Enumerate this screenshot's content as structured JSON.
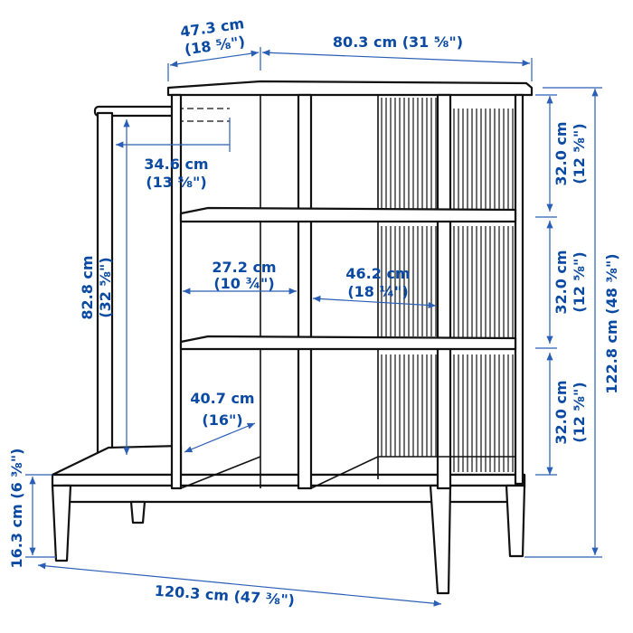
{
  "dimensions": {
    "top_depth": {
      "cm": "47.3 cm",
      "in": "(18 ⅝\")"
    },
    "top_width": {
      "label": "80.3 cm (31 ⅝\")"
    },
    "rail_depth": {
      "cm": "34.6 cm",
      "in": "(13 ⅝\")"
    },
    "rail_height": {
      "cm": "82.8 cm",
      "in": "(32 ⅝\")"
    },
    "shelf_inner_depth": {
      "cm": "27.2 cm",
      "in": "(10 ¾\")"
    },
    "shelf_inner_width": {
      "cm": "46.2 cm",
      "in": "(18 ¼\")"
    },
    "bench_depth": {
      "cm": "40.7 cm",
      "in": "(16\")"
    },
    "compartment_top": {
      "cm": "32.0 cm",
      "in": "(12 ⅝\")"
    },
    "compartment_middle": {
      "cm": "32.0 cm",
      "in": "(12 ⅝\")"
    },
    "compartment_bottom": {
      "cm": "32.0 cm",
      "in": "(12 ⅝\")"
    },
    "total_height": {
      "label": "122.8 cm (48 ⅜\")"
    },
    "bench_height": {
      "label": "16.3 cm (6 ⅜\")"
    },
    "total_width": {
      "label": "120.3 cm (47 ⅜\")"
    }
  },
  "colors": {
    "dimension": "#0b4aa2",
    "line": "#111111"
  }
}
